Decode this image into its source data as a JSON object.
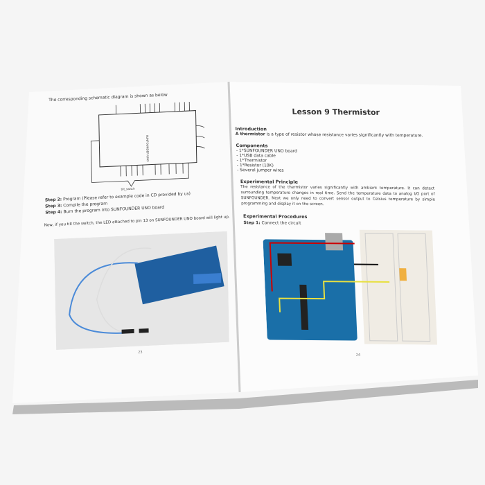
{
  "left_page": {
    "intro": "The corresponding schematic diagram is shown as below",
    "schematic_label": "SUNFOUNDER UNO",
    "switch_label": "tilt_switch",
    "steps": [
      {
        "label": "Step 2:",
        "text": "Program (Please refer to example code in CD provided by us)"
      },
      {
        "label": "Step 3:",
        "text": "Compile the program"
      },
      {
        "label": "Step 4:",
        "text": "Burn the program into SUNFOUNDER UNO board"
      }
    ],
    "note": "Now, if you tilt the switch, the LED attached to pin 13 on SUNFOUNDER UNO board will light up.",
    "page_number": "23"
  },
  "right_page": {
    "title": "Lesson 9 Thermistor",
    "intro_heading": "Introduction",
    "intro_bold": "A thermistor",
    "intro_text": " is a type of resistor whose resistance varies significantly with temperature.",
    "components_heading": "Components",
    "components": [
      "- 1*SUNFOUNDER UNO board",
      "- 1*USB data cable",
      "- 1*Thermistor",
      "- 1*Resistor (10K)",
      "- Several jumper wires"
    ],
    "principle_heading": "Experimental Principle",
    "principle_text": "The resistance of the thermistor varies significantly with ambient temperature. It can detect surrounding temperature changes in real time. Send the temperature data to analog I/O port of SUNFOUNDER. Next we only need to convert sensor output to Celsius temperature by simple programming and display it on the screen.",
    "procedures_heading": "Experimental Procedures",
    "step1_label": "Step 1:",
    "step1_text": "Connect the circuit",
    "page_number": "24"
  }
}
